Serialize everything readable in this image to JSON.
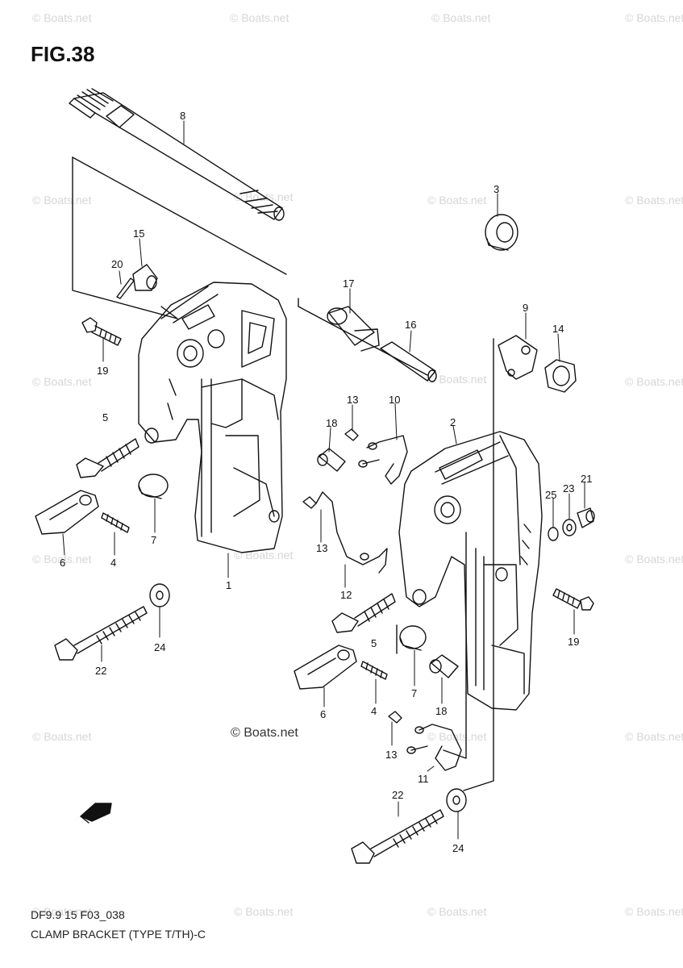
{
  "header": {
    "figure_title": "FIG.38"
  },
  "watermark": {
    "text": "© Boats.net"
  },
  "footer": {
    "diagram_code": "DF9.9 15 F03_038",
    "caption": "CLAMP BRACKET (TYPE T/TH)-C"
  },
  "callouts": {
    "c8": "8",
    "c3": "3",
    "c15": "15",
    "c20": "20",
    "c17": "17",
    "c16": "16",
    "c9": "9",
    "c14": "14",
    "c19a": "19",
    "c5a": "5",
    "c13a": "13",
    "c10": "10",
    "c18a": "18",
    "c2": "2",
    "c25": "25",
    "c23": "23",
    "c21": "21",
    "c7a": "7",
    "c6a": "6",
    "c4a": "4",
    "c1": "1",
    "c13b": "13",
    "c12": "12",
    "c24a": "24",
    "c22a": "22",
    "c19b": "19",
    "c5b": "5",
    "c7b": "7",
    "c18b": "18",
    "c6b": "6",
    "c4b": "4",
    "c13c": "13",
    "c11": "11",
    "c22b": "22",
    "c24b": "24"
  },
  "icons": {
    "forward": "fwd-arrow-icon"
  }
}
